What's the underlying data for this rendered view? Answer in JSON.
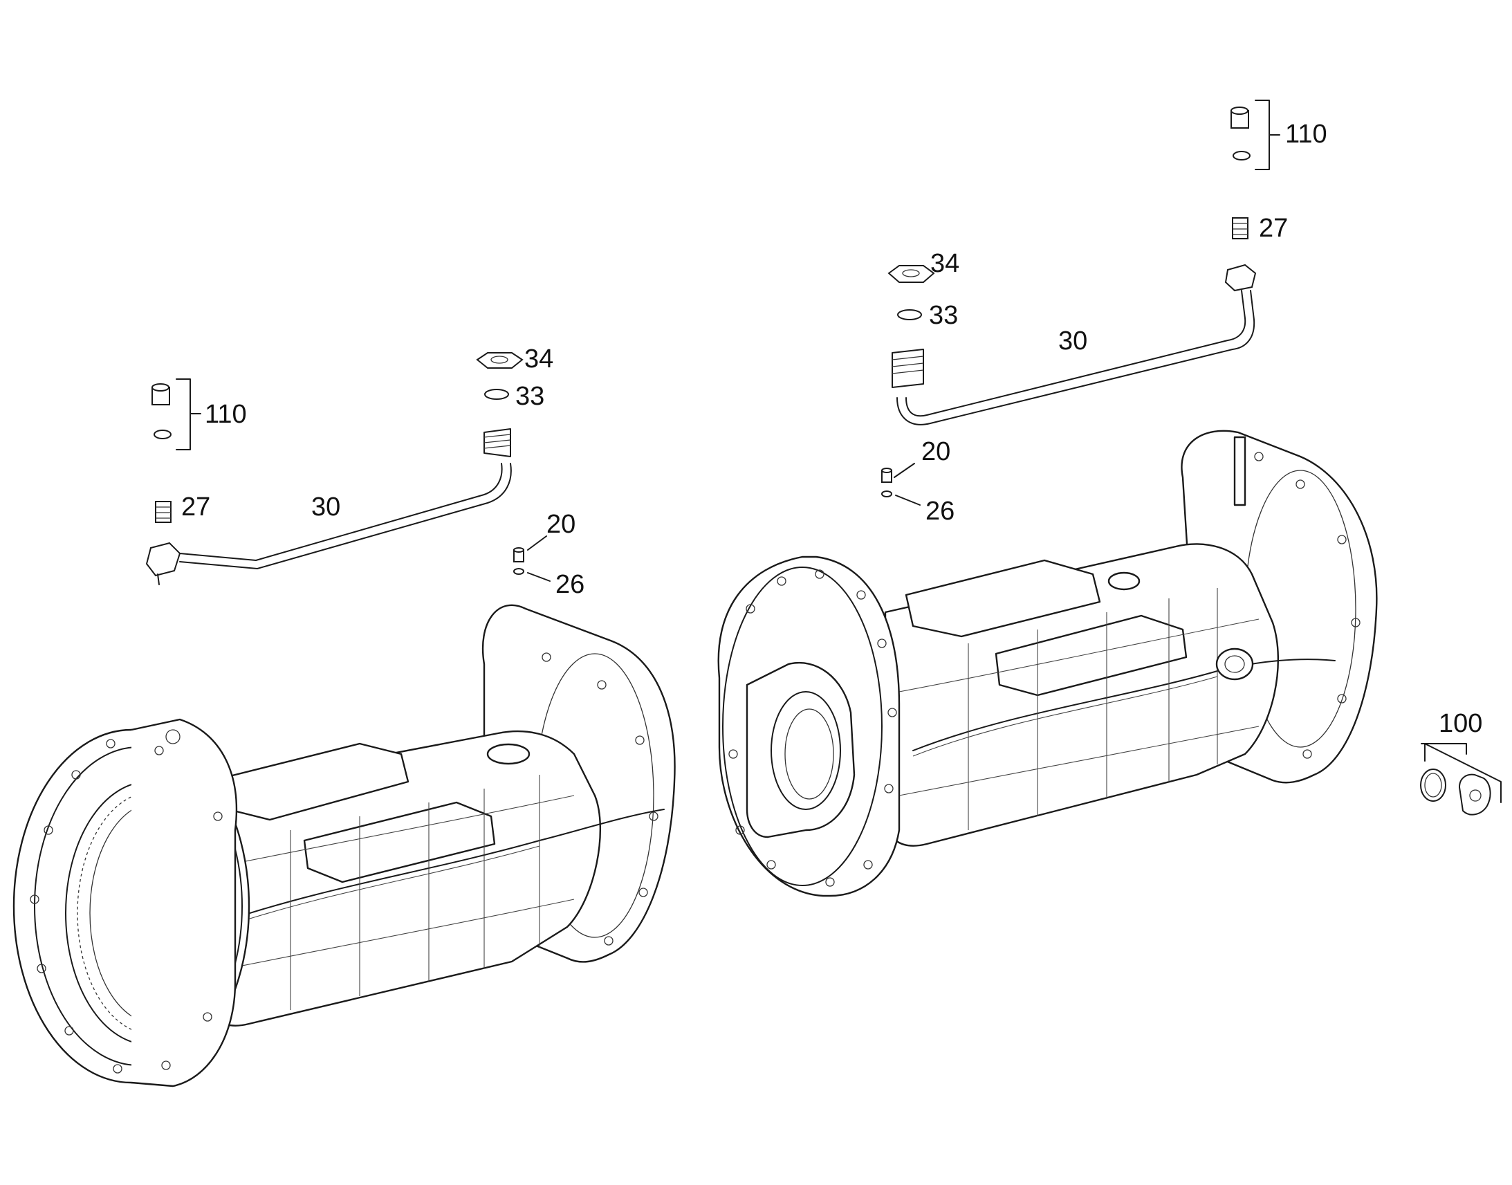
{
  "callouts": {
    "left_110": "110",
    "left_27": "27",
    "left_30": "30",
    "left_34": "34",
    "left_33": "33",
    "left_20": "20",
    "left_26": "26",
    "right_110": "110",
    "right_27": "27",
    "right_34": "34",
    "right_33": "33",
    "right_30": "30",
    "right_20": "20",
    "right_26": "26",
    "right_100": "100"
  },
  "colors": {
    "line": "#1a1a1a",
    "background": "#ffffff"
  }
}
